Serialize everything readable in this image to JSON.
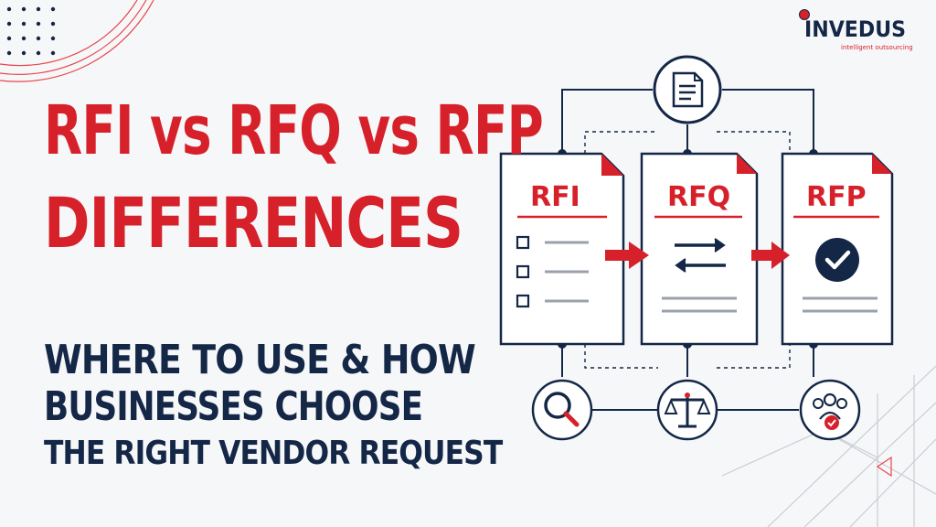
{
  "headline": {
    "line1": "RFI vs RFQ vs RFP",
    "line2": "DIFFERENCES",
    "line3": "WHERE TO USE & HOW",
    "line4": "BUSINESSES CHOOSE",
    "line5": "THE RIGHT VENDOR REQUEST"
  },
  "logo": {
    "name": "INVEDUS",
    "tagline": "intelligent outsourcing"
  },
  "documents": [
    {
      "label": "RFI",
      "icon": "checklist-icon"
    },
    {
      "label": "RFQ",
      "icon": "swap-arrows-icon"
    },
    {
      "label": "RFP",
      "icon": "check-circle-icon"
    }
  ],
  "bottom_icons": [
    "magnifier-icon",
    "balance-scale-icon",
    "team-approved-icon"
  ],
  "top_icon": "document-icon",
  "colors": {
    "accent": "#d6212a",
    "navy": "#142746",
    "background": "#f6f7f9"
  }
}
